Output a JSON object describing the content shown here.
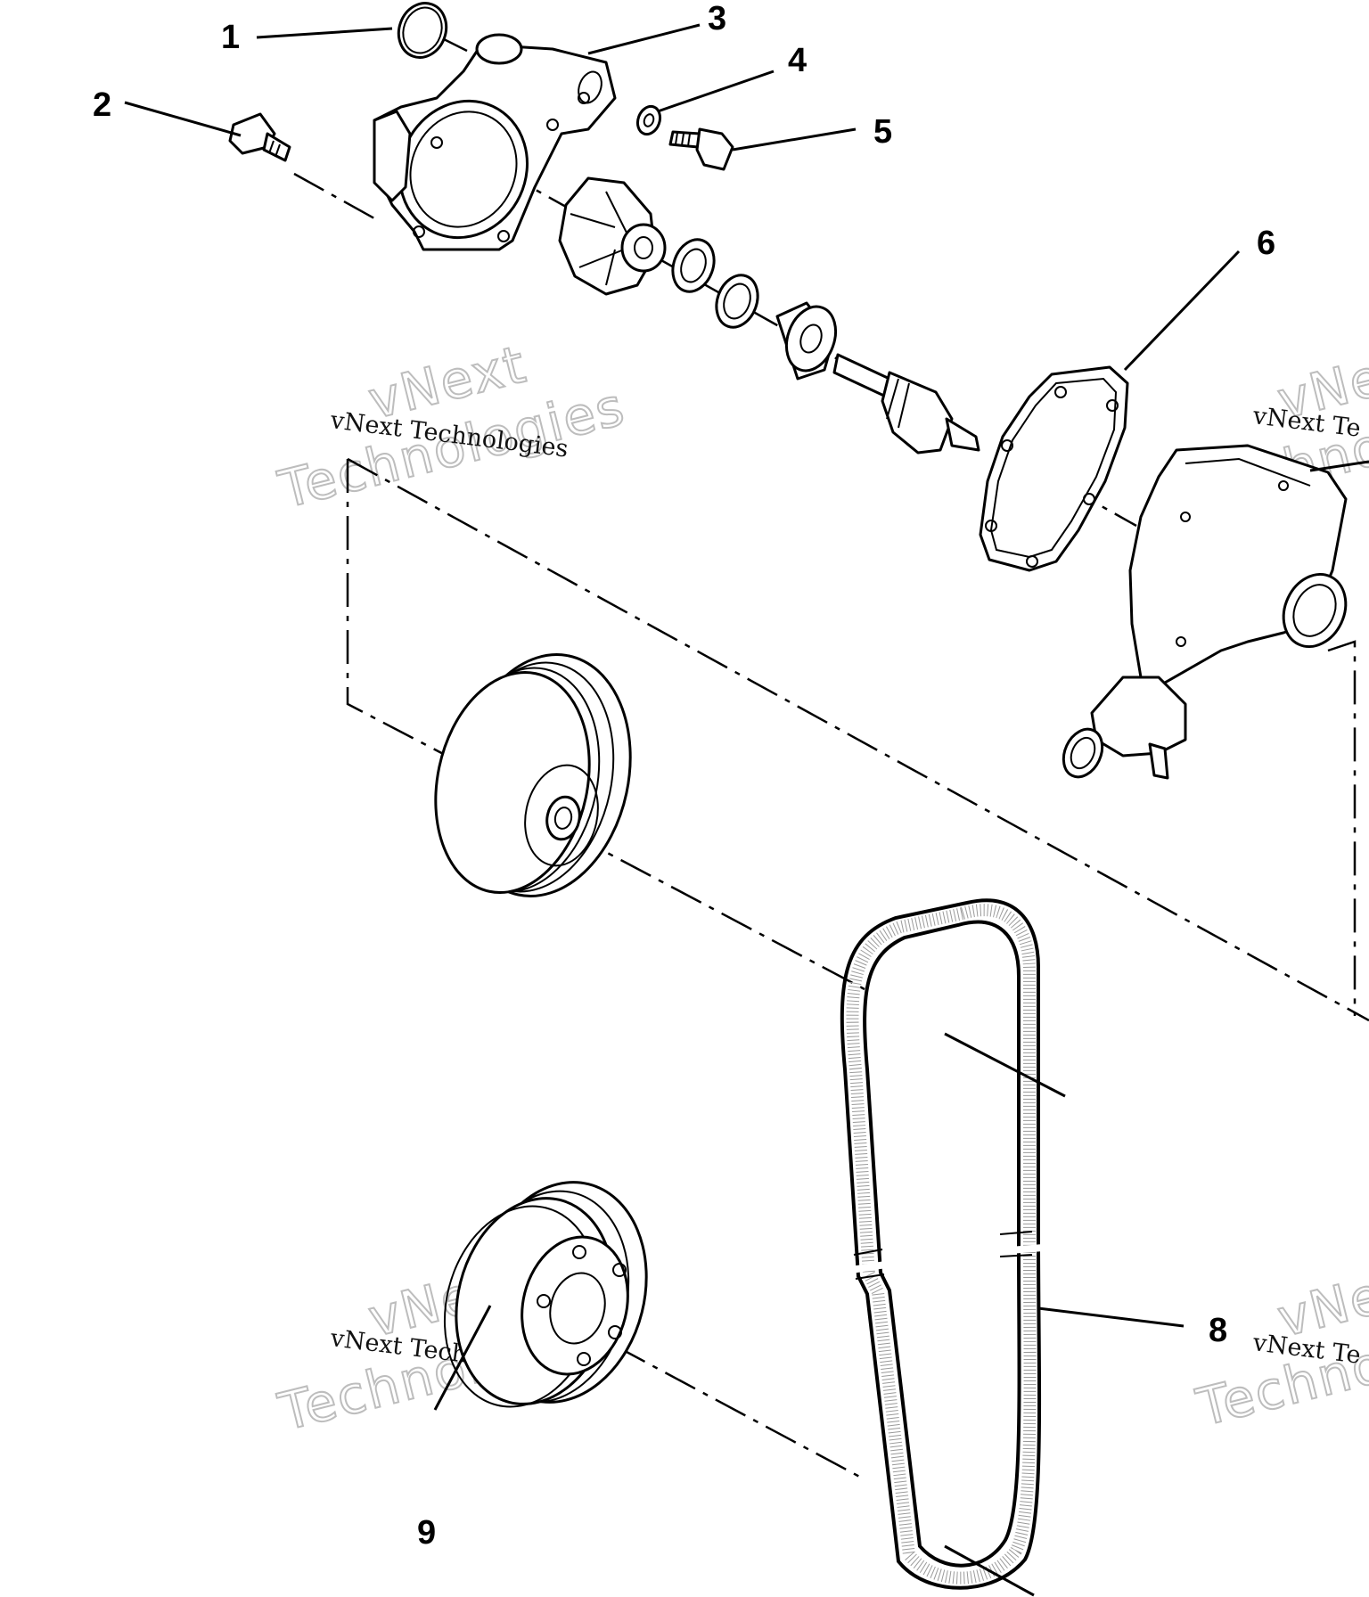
{
  "callouts": [
    {
      "id": "1",
      "label": "1"
    },
    {
      "id": "2",
      "label": "2"
    },
    {
      "id": "3",
      "label": "3"
    },
    {
      "id": "4",
      "label": "4"
    },
    {
      "id": "5",
      "label": "5"
    },
    {
      "id": "6",
      "label": "6"
    },
    {
      "id": "8",
      "label": "8"
    },
    {
      "id": "9",
      "label": "9"
    }
  ],
  "watermark": {
    "small_text": "vNext Technologies",
    "big_line1": "vNext",
    "big_line2": "Technologies",
    "small_text_right_top": "vNext Te",
    "small_text_right_bottom": "vNext Te",
    "big_right_line1": "vNe",
    "big_right_line2": "Techno"
  }
}
